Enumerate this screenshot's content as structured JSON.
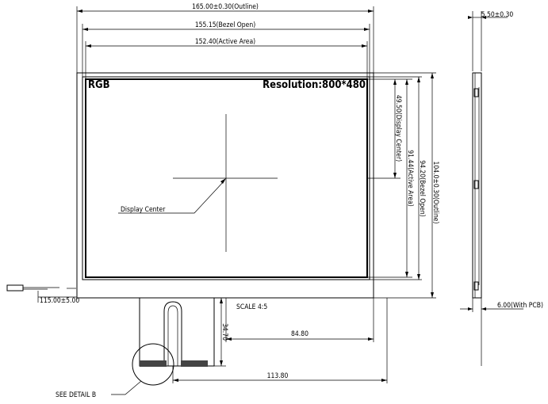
{
  "dimensions": {
    "outline_width": "165.00±0.30(Outline)",
    "bezel_width": "155.15(Bezel Open)",
    "active_width": "152.40(Active Area)",
    "display_center_v": "49.50(Display Center)",
    "active_height": "91.44(Active Area)",
    "bezel_height": "94.20(Bezel Open)",
    "outline_height": "104.0±0.30(Outline)",
    "thickness": "5.50±0.30",
    "thickness_pcb": "6.00(With PCB)",
    "cable_length": "115.00±5.00",
    "fpc_height": "34.70",
    "fpc_offset": "84.80",
    "fpc_total": "113.80"
  },
  "labels": {
    "rgb": "RGB",
    "resolution": "Resolution:800*480",
    "display_center": "Display Center",
    "scale": "SCALE  4:5",
    "see_detail": "SEE DETAIL  B"
  }
}
